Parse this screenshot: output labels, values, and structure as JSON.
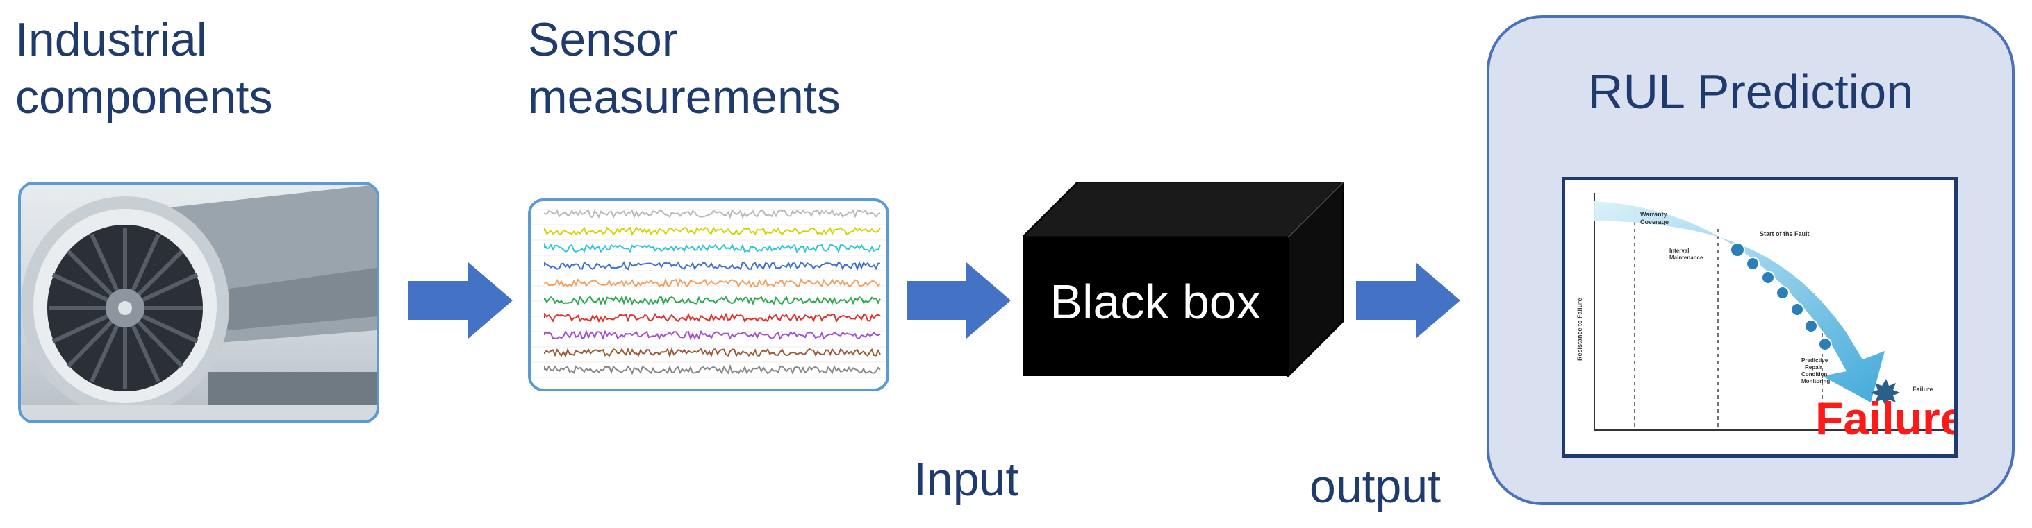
{
  "stages": {
    "components_label": [
      "Industrial",
      "components"
    ],
    "sensor_label": [
      "Sensor",
      "measurements"
    ],
    "blackbox_label": "Black box",
    "input_label": "Input",
    "output_label": "output",
    "rul_title": "RUL Prediction"
  },
  "rul_chart": {
    "ylabel": "Resistance to Failure",
    "annotations": {
      "warranty": [
        "Warranty",
        "Coverage"
      ],
      "interval": [
        "Interval",
        "Maintenance"
      ],
      "start_fault": "Start of the Fault",
      "predictive": [
        "Predictive",
        "Repair",
        "Condition",
        "Monitoring"
      ],
      "failure_small": "Failure",
      "failure_big": "Failure"
    }
  },
  "colors": {
    "arrow": "#4472c4",
    "panel_fill": "#d9e0f0",
    "panel_border": "#4a72b8",
    "label_text": "#1f3b6e",
    "failure_red": "#ff1a1a",
    "signal_colors": [
      "#b9b9b9",
      "#d4d400",
      "#2fc5df",
      "#3f6fcf",
      "#f0a060",
      "#2fa84f",
      "#e03030",
      "#a050d0",
      "#9a5a3a",
      "#888888"
    ]
  },
  "icons": {
    "arrow": "right-arrow-icon",
    "engine": "jet-engine-photo",
    "waveform": "sensor-waveform-image",
    "box": "black-box-3d",
    "gear": "gear-icon"
  }
}
